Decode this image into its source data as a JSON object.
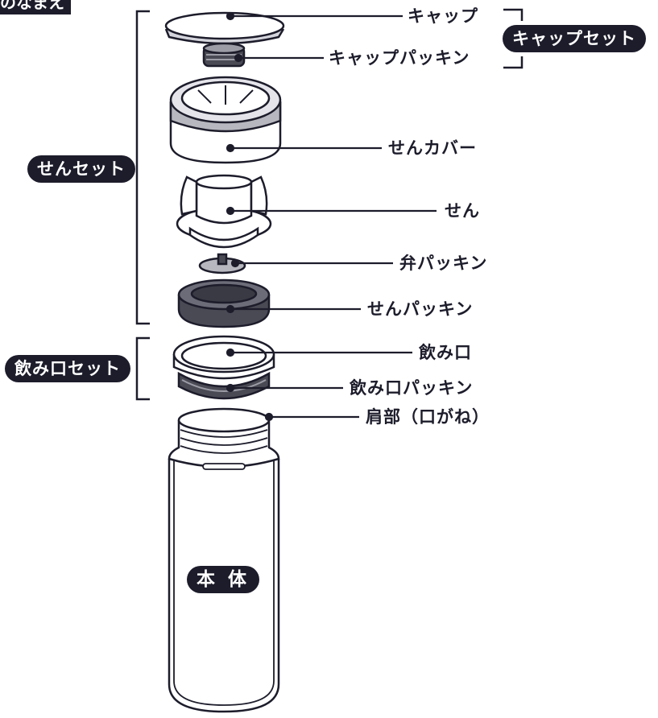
{
  "title": "のなまえ",
  "sets": {
    "cap_set": "キャップセット",
    "plug_set": "せんセット",
    "mouth_set": "飲み口セット",
    "body": "本 体"
  },
  "parts": [
    {
      "key": "cap",
      "label": "キャップ"
    },
    {
      "key": "cap_packing",
      "label": "キャップパッキン"
    },
    {
      "key": "plug_cover",
      "label": "せんカバー"
    },
    {
      "key": "plug",
      "label": "せん"
    },
    {
      "key": "valve_packing",
      "label": "弁パッキン"
    },
    {
      "key": "plug_packing",
      "label": "せんパッキン"
    },
    {
      "key": "mouth",
      "label": "飲み口"
    },
    {
      "key": "mouth_packing",
      "label": "飲み口パッキン"
    },
    {
      "key": "shoulder",
      "label": "肩部（口がね）"
    }
  ],
  "colors": {
    "ink": "#1c1c2b",
    "steel": "#b7b7bf",
    "packing": "#4a4a55",
    "paper": "#ffffff"
  }
}
